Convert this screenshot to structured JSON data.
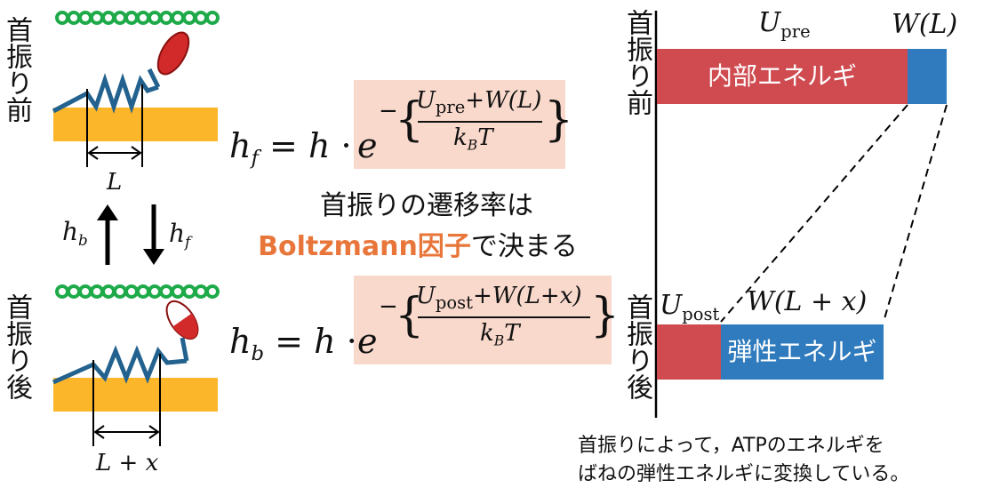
{
  "labels": {
    "before": "首振り前",
    "after": "首振り後"
  },
  "left": {
    "length_before": "L",
    "length_after": "L + x",
    "rate_back": "h",
    "rate_back_sub": "b",
    "rate_forward": "h",
    "rate_forward_sub": "f"
  },
  "formulas": {
    "hf": {
      "lhs": "h",
      "lhs_sub": "f",
      "eq": "=",
      "h": "h",
      "dot": "·",
      "e": "e",
      "minus": "−",
      "num_u": "U",
      "num_u_sub": "pre",
      "num_rest": "+W(L)",
      "den_k": "k",
      "den_k_sub": "B",
      "den_T": "T"
    },
    "hb": {
      "lhs": "h",
      "lhs_sub": "b",
      "eq": "=",
      "h": "h",
      "dot": "·",
      "e": "e",
      "minus": "−",
      "num_u": "U",
      "num_u_sub": "post",
      "num_rest": "+W(L+x)",
      "den_k": "k",
      "den_k_sub": "B",
      "den_T": "T"
    }
  },
  "caption": {
    "line1": "首振りの遷移率は",
    "line2_accent": "Boltzmann因子",
    "line2_rest": "で決まる"
  },
  "right": {
    "top_u": "U",
    "top_u_sub": "pre",
    "top_w": "W(L)",
    "top_bar_label": "内部エネルギ",
    "bottom_u": "U",
    "bottom_u_sub": "post",
    "bottom_w": "W(L + x)",
    "bottom_bar_label": "弾性エネルギ"
  },
  "note": {
    "line1": "首振りによって，ATPのエネルギを",
    "line2": "ばねの弾性エネルギに変換している。"
  },
  "colors": {
    "red": "#cf4b50",
    "blue": "#2f7bbd",
    "orange": "#fbb62a",
    "green": "#1faa4a",
    "spring": "#23628e",
    "formula_bg": "#f9d9cc",
    "accent": "#e8763a"
  }
}
